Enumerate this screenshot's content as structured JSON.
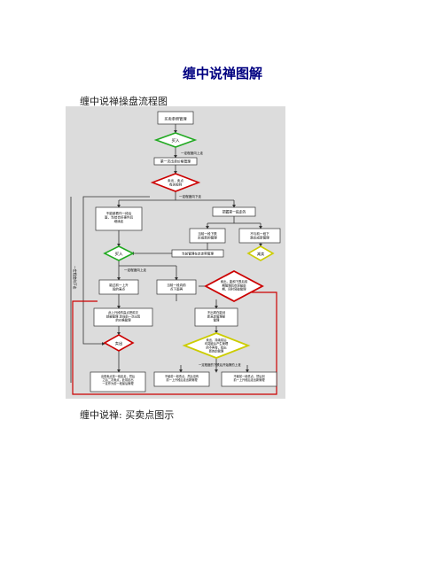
{
  "doc": {
    "title": "缠中说禅图解",
    "caption_flowchart": "缠中说禅操盘流程图",
    "caption_points": "缠中说禅: 买卖点图示"
  },
  "flowchart": {
    "start": "买卖参照管理",
    "buy1": "买入",
    "note_up1": "一定程度向上走",
    "box_find": "第一次出卖价格管理",
    "diamond_choose": "卖出，卖点\n有关规则",
    "note_down1": "一定程度向下走",
    "box_left1": "不能被看作一段后\n面，当结合好事件后\n继续走",
    "box_right1": "把握第一段走的",
    "box_r2a": "当前一段下跌\n形成新的管理",
    "box_r2b": "不与前一段下\n跌形成新管理",
    "diamond_sell": "减卖",
    "box_mid": "当前管理在走走势管理",
    "buy2": "买入",
    "note_up2": "一定程度向上走",
    "box_l3": "能过前一上升\n段的高点",
    "box_m3": "当前一段向前\n点下面再",
    "diamond_big": "卖出，能和下跌后前\n期管理后也突破前\n期，同时突破管理",
    "box_l4": "此上升段的高点把前次\n就被管理 走向前一次出现\n的价格管理",
    "box_r4": "不出现在能创\n新高走管理部\n管理",
    "diamond_sell2": "卖出",
    "diamond_yellow": "卖出，持续前后\n均突破后产生管理\n的不再有，找出\n新的前管理",
    "note_bottom": "一定程度的下跌后开始第的上涨",
    "side_label": "一定程度向下走",
    "box_b1": "出现卖点前一段走走，然后\n之后二次卖点，此前走出\n一定作为前一段最后管理",
    "box_b2": "不破前一段低点，然后没有\n前一上升段后走出新管理",
    "box_b3": "不破前一段低点，然后到\n前一上升段后走出新管理"
  }
}
